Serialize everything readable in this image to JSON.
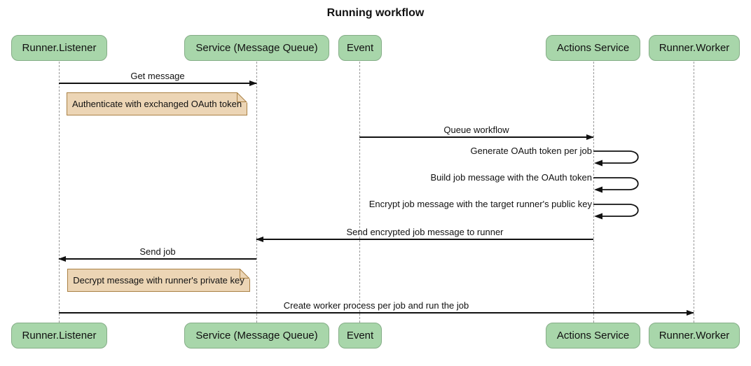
{
  "title": "Running workflow",
  "participants": [
    "Runner.Listener",
    "Service (Message Queue)",
    "Event",
    "Actions Service",
    "Runner.Worker"
  ],
  "messages": [
    {
      "from": "Runner.Listener",
      "to": "Service (Message Queue)",
      "label": "Get message",
      "kind": "solid-arrow"
    },
    {
      "from": "Event",
      "to": "Actions Service",
      "label": "Queue workflow",
      "kind": "solid-arrow"
    },
    {
      "from": "Actions Service",
      "to": "Actions Service",
      "label": "Generate OAuth token per job",
      "kind": "self-loop"
    },
    {
      "from": "Actions Service",
      "to": "Actions Service",
      "label": "Build job message with the OAuth token",
      "kind": "self-loop"
    },
    {
      "from": "Actions Service",
      "to": "Actions Service",
      "label": "Encrypt job message with the target runner's public key",
      "kind": "self-loop"
    },
    {
      "from": "Actions Service",
      "to": "Service (Message Queue)",
      "label": "Send encrypted job message to runner",
      "kind": "solid-arrow"
    },
    {
      "from": "Service (Message Queue)",
      "to": "Runner.Listener",
      "label": "Send job",
      "kind": "solid-arrow"
    },
    {
      "from": "Runner.Listener",
      "to": "Runner.Worker",
      "label": "Create worker process per job and run the job",
      "kind": "solid-arrow"
    }
  ],
  "notes": [
    {
      "anchor": "Runner.Listener",
      "text": "Authenticate with exchanged OAuth token"
    },
    {
      "anchor": "Runner.Listener",
      "text": "Decrypt message with runner's private key"
    }
  ],
  "colors": {
    "background": "#ffffff",
    "text": "#111111",
    "arrow": "#111111",
    "lifeline": "#999999",
    "actor_fill": "#a8d6aa",
    "actor_border": "#85ad87",
    "note_fill": "#ecd5b5",
    "note_border": "#aa8144"
  }
}
